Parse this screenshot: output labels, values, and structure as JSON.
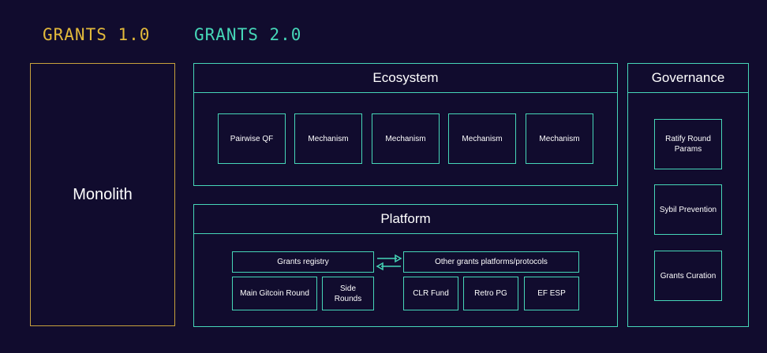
{
  "headings": {
    "grants1": "GRANTS 1.0",
    "grants2": "GRANTS 2.0"
  },
  "monolith": {
    "label": "Monolith"
  },
  "ecosystem": {
    "title": "Ecosystem",
    "items": [
      "Pairwise QF",
      "Mechanism",
      "Mechanism",
      "Mechanism",
      "Mechanism"
    ]
  },
  "platform": {
    "title": "Platform",
    "registry": "Grants registry",
    "others": "Other grants platforms/protocols",
    "main_round": "Main Gitcoin Round",
    "side_rounds": "Side Rounds",
    "clr_fund": "CLR Fund",
    "retro_pg": "Retro PG",
    "ef_esp": "EF ESP"
  },
  "governance": {
    "title": "Governance",
    "items": [
      "Ratify Round Params",
      "Sybil Prevention",
      "Grants Curation"
    ]
  },
  "colors": {
    "background": "#110c2e",
    "teal": "#46d7b8",
    "gold": "#e2b93b"
  }
}
